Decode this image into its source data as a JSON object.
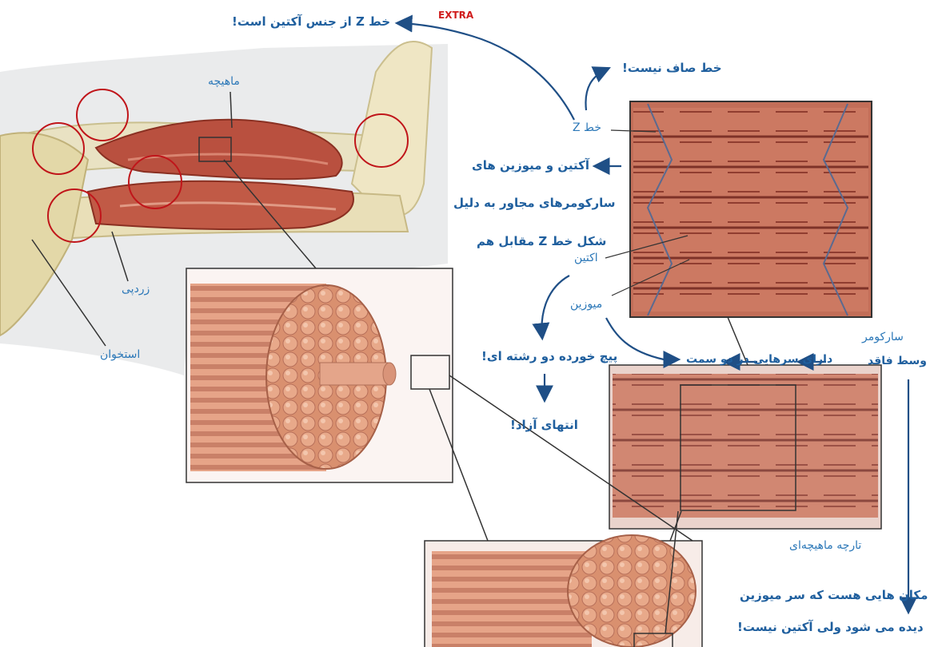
{
  "colors": {
    "annotation": "#1f5f9e",
    "label": "#2c78b8",
    "extra": "#d01b1b",
    "circle": "#c0151a"
  },
  "annotations": {
    "extra_tag": "EXTRA",
    "z_line_actin": "خط Z از جنس آکتین است!",
    "not_straight": "خط صاف نیست!",
    "actin_myosin": "آکتین و میوزین های",
    "adjacent_sarcomeres": "سارکومرهای مجاور به دلیل",
    "z_shape": "شکل خط Z مقابل هم",
    "twisted_strands": "پیچ خورده دو رشته ای!",
    "free_end": "انتهای آزاد!",
    "two_side_heads": "دارای سرهایی در دو سمت",
    "middle_lacks": "وسط فاقد",
    "myosin_head_seen": "مکان هایی هست که سر میوزین",
    "no_actin": "دیده می شود ولی آکتین نیست!"
  },
  "labels": {
    "muscle": "ماهیچه",
    "tendon": "زردپی",
    "bone": "استخوان",
    "z_line": "خط Z",
    "actin": "اکتین",
    "myosin": "میوزین",
    "sarcomere": "سارکومر",
    "myofibril": "تارچه ماهیچه‌ای"
  }
}
